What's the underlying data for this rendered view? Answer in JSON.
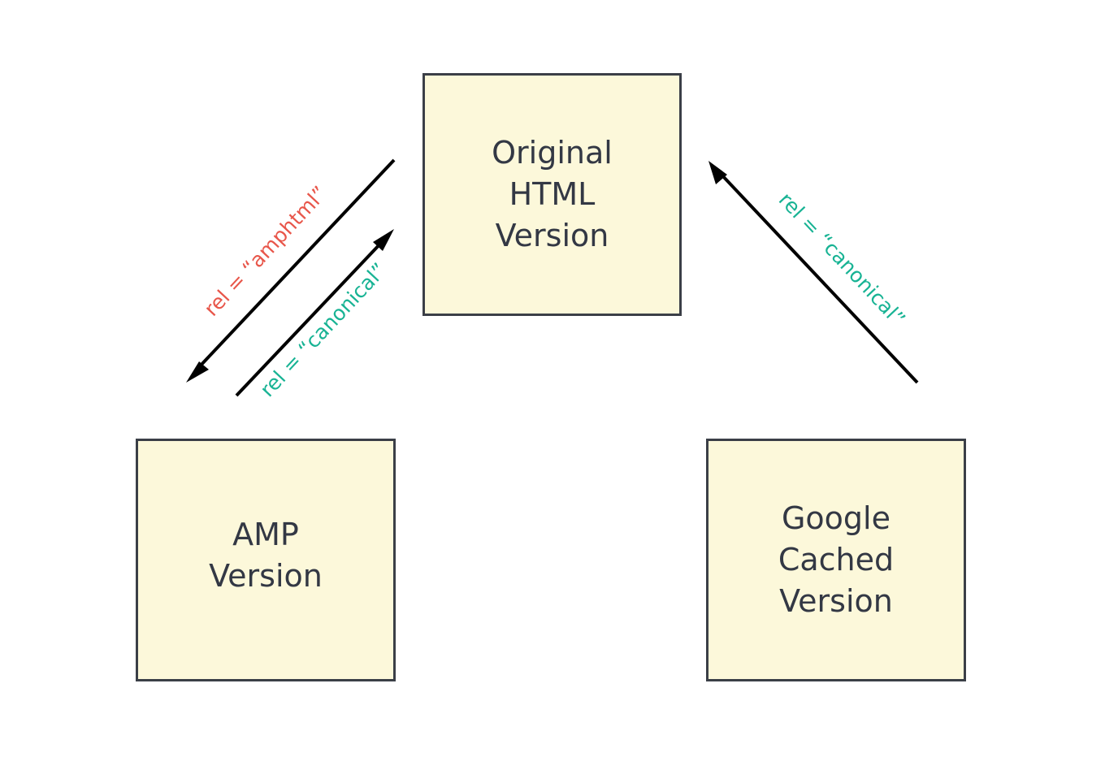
{
  "colors": {
    "box_fill": "#fcf8da",
    "box_border": "#3b3f47",
    "text": "#333844",
    "arrow": "#000000",
    "amphtml_label": "#e8564a",
    "canonical_label": "#18b394"
  },
  "nodes": {
    "original": {
      "label": "Original\nHTML\nVersion"
    },
    "amp": {
      "label": "AMP\nVersion"
    },
    "google": {
      "label": "Google\nCached\nVersion"
    }
  },
  "edges": {
    "original_to_amp": {
      "label": "rel = “amphtml”",
      "from": "original",
      "to": "amp"
    },
    "amp_to_original": {
      "label": "rel = “canonical”",
      "from": "amp",
      "to": "original"
    },
    "google_to_original": {
      "label": "rel = “canonical”",
      "from": "google",
      "to": "original"
    }
  }
}
